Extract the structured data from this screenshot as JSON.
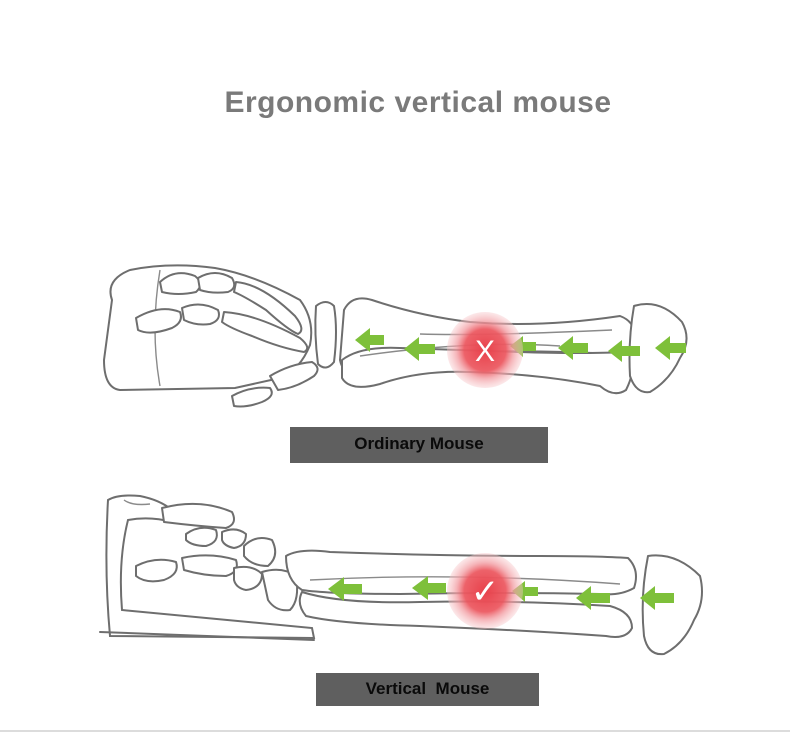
{
  "title": "Ergonomic vertical mouse",
  "panels": [
    {
      "label": "Ordinary Mouse",
      "mark_icon": "x-mark-icon",
      "mark": "X",
      "mark_color": "#e8414b"
    },
    {
      "label": "Vertical  Mouse",
      "mark_icon": "check-mark-icon",
      "mark": "✓",
      "mark_color": "#e8414b"
    }
  ],
  "colors": {
    "arrow": "#7ec03a",
    "label_bg": "#5f5f5f",
    "title": "#7a7a7a"
  }
}
